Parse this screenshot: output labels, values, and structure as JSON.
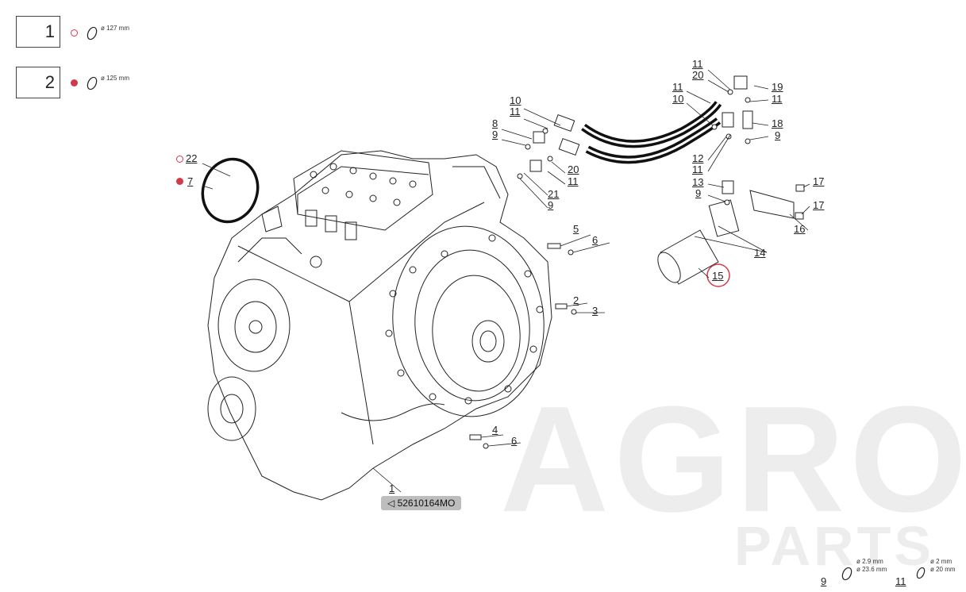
{
  "variants": [
    {
      "number": "1",
      "indicator": "hollow",
      "diameter_text": "ø 127 mm"
    },
    {
      "number": "2",
      "indicator": "filled",
      "diameter_text": "ø 125 mm"
    }
  ],
  "callouts": [
    {
      "label": "22",
      "indicator": "hollow"
    },
    {
      "label": "7",
      "indicator": "filled"
    },
    {
      "label": "10"
    },
    {
      "label": "11"
    },
    {
      "label": "8"
    },
    {
      "label": "9"
    },
    {
      "label": "20"
    },
    {
      "label": "11"
    },
    {
      "label": "21"
    },
    {
      "label": "9"
    },
    {
      "label": "11"
    },
    {
      "label": "20"
    },
    {
      "label": "11"
    },
    {
      "label": "10"
    },
    {
      "label": "19"
    },
    {
      "label": "11"
    },
    {
      "label": "18"
    },
    {
      "label": "9"
    },
    {
      "label": "12"
    },
    {
      "label": "11"
    },
    {
      "label": "13"
    },
    {
      "label": "9"
    },
    {
      "label": "17"
    },
    {
      "label": "17"
    },
    {
      "label": "16"
    },
    {
      "label": "14"
    },
    {
      "label": "15",
      "highlighted": true
    },
    {
      "label": "5"
    },
    {
      "label": "6"
    },
    {
      "label": "2"
    },
    {
      "label": "3"
    },
    {
      "label": "4"
    },
    {
      "label": "6"
    },
    {
      "label": "1"
    }
  ],
  "assembly_code": "52610164MO",
  "watermark": {
    "line1": "AGRO",
    "line2": "PARTS"
  },
  "specs": [
    {
      "callout": "9",
      "lines": [
        "ø 2.9 mm",
        "ø 23.6 mm"
      ]
    },
    {
      "callout": "11",
      "lines": [
        "ø 2 mm",
        "ø 20 mm"
      ]
    }
  ],
  "colors": {
    "highlight": "#d23a4a",
    "line": "#222222",
    "watermark": "#ededed"
  }
}
